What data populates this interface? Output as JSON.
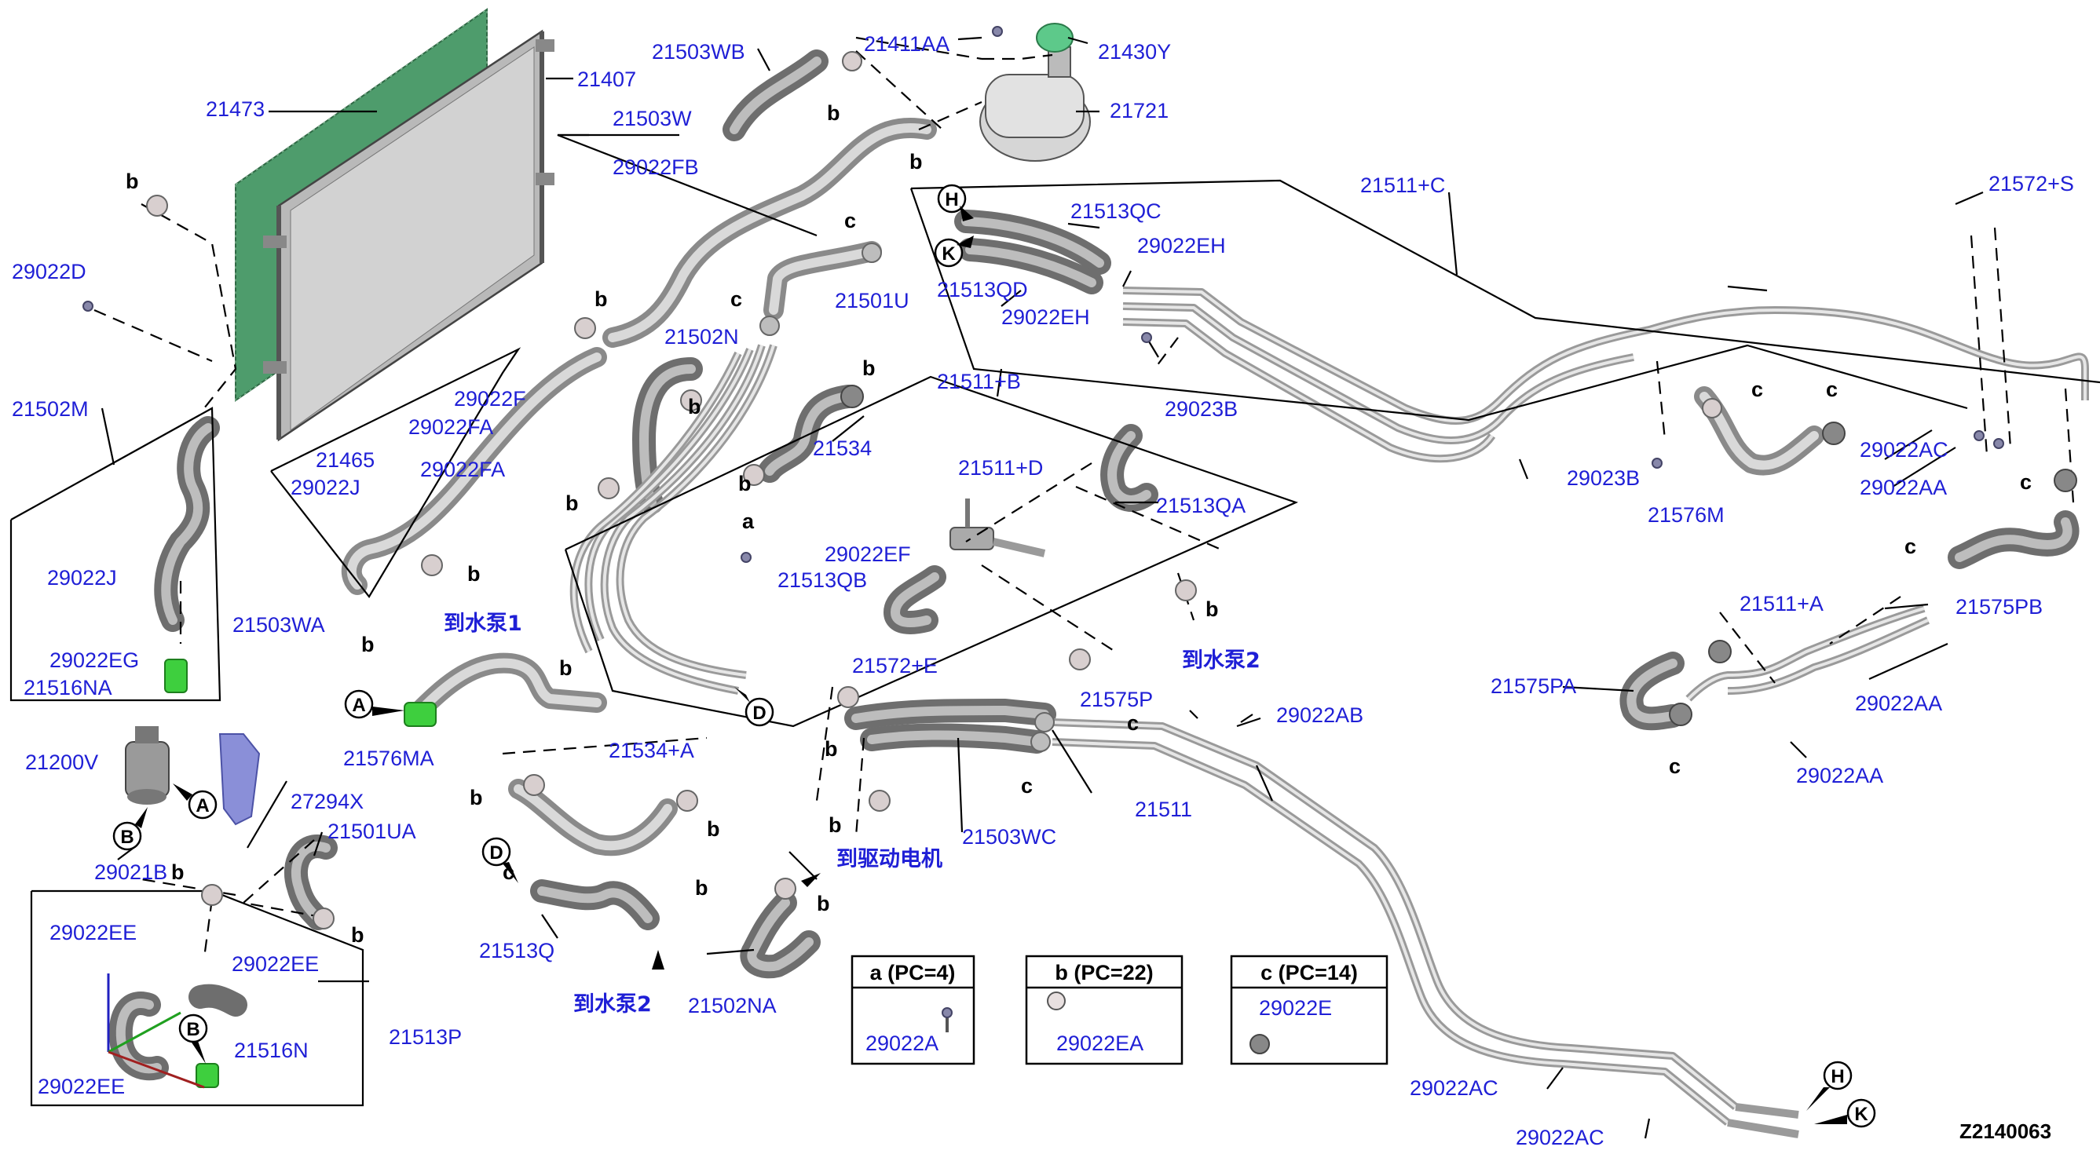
{
  "diagram_code": "Z2140063",
  "part_labels": {
    "p21473": "21473",
    "p21407": "21407",
    "p21503WB": "21503WB",
    "p21411AA": "21411AA",
    "p21430Y": "21430Y",
    "p21721": "21721",
    "p21503W": "21503W",
    "p29022FB": "29022FB",
    "p21511C": "21511+C",
    "p21572S": "21572+S",
    "p21513QC": "21513QC",
    "p29022EH_a": "29022EH",
    "p21513QD": "21513QD",
    "p29022EH_b": "29022EH",
    "p29023B_a": "29023B",
    "p29022D": "29022D",
    "p21501U": "21501U",
    "p21502N": "21502N",
    "p29022F": "29022F",
    "p29022FA_a": "29022FA",
    "p21465": "21465",
    "p29022FA_b": "29022FA",
    "p29022J_a": "29022J",
    "p21511B": "21511+B",
    "p21534": "21534",
    "p21511D": "21511+D",
    "p21513QA": "21513QA",
    "p29022AC_a": "29022AC",
    "p29022AA_a": "29022AA",
    "p29023B_b": "29023B",
    "p21576M": "21576M",
    "p21502M": "21502M",
    "p29022J_b": "29022J",
    "p29022EF": "29022EF",
    "p21513QB": "21513QB",
    "p21503WA": "21503WA",
    "p29022EG": "29022EG",
    "p21516NA": "21516NA",
    "p21572E": "21572+E",
    "p21575PB": "21575PB",
    "p21511A": "21511+A",
    "p21575P": "21575P",
    "p21575PA": "21575PA",
    "p29022AA_b": "29022AA",
    "p21576MA": "21576MA",
    "p29022AB": "29022AB",
    "p21534A": "21534+A",
    "p29022AA_c": "29022AA",
    "p21200V": "21200V",
    "p27294X": "27294X",
    "p21511": "21511",
    "p21503WC": "21503WC",
    "p21501UA": "21501UA",
    "p29021B": "29021B",
    "p21513Q": "21513Q",
    "p29022EE_a": "29022EE",
    "p29022EE_b": "29022EE",
    "p21502NA": "21502NA",
    "p21513P": "21513P",
    "p21516N": "21516N",
    "p29022EE_c": "29022EE",
    "p29022AC_b": "29022AC",
    "p29022AC_c": "29022AC"
  },
  "destination_labels": {
    "to_pump1": "到水泵1",
    "to_pump2_a": "到水泵2",
    "to_pump2_b": "到水泵2",
    "to_drive_motor": "到驱动电机"
  },
  "marker_letters": {
    "a": "a",
    "b": "b",
    "c": "c"
  },
  "circle_refs": {
    "A": "A",
    "B": "B",
    "D": "D",
    "H": "H",
    "K": "K"
  },
  "legend": [
    {
      "title": "a (PC=4)",
      "part": "29022A"
    },
    {
      "title": "b (PC=22)",
      "part": "29022EA"
    },
    {
      "title": "c (PC=14)",
      "part": "29022E"
    }
  ],
  "colors": {
    "label": "#1f1fd6",
    "condenser_fin": "#4e9c6c",
    "connector": "#3ecf3e",
    "bracket": "#8a8fd8"
  }
}
